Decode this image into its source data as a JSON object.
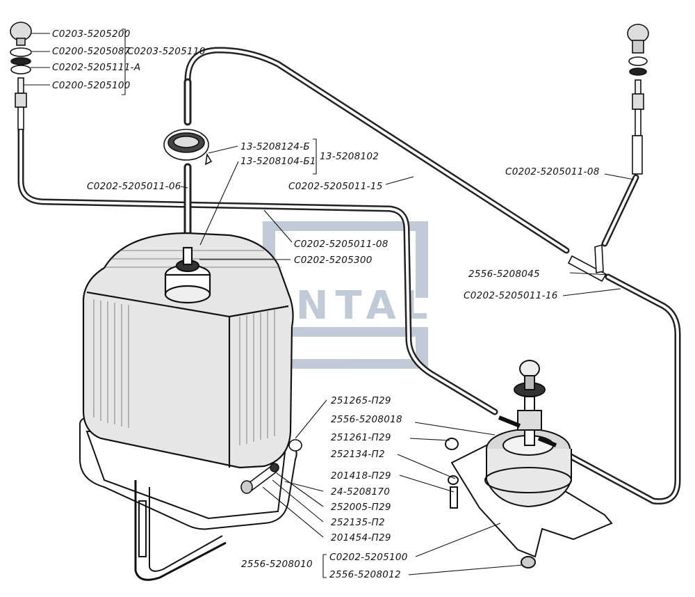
{
  "colors": {
    "ink": "#111111",
    "watermark": "#8f9fb8",
    "tank_fill": "#e6e6e6",
    "hose": "#222222",
    "background": "#ffffff"
  },
  "watermark": {
    "text": "SANTAL"
  },
  "callouts": [
    {
      "id": "c-co203-5205200",
      "text": "C0203-5205200"
    },
    {
      "id": "c-co200-5205087",
      "text": "C0200-5205087"
    },
    {
      "id": "c-co203-5205110",
      "text": "C0203-5205110"
    },
    {
      "id": "c-co202-5205111-a",
      "text": "C0202-5205111-A"
    },
    {
      "id": "c-co200-5205100",
      "text": "C0200-5205100"
    },
    {
      "id": "c-13-5208124-b",
      "text": "13-5208124-Б"
    },
    {
      "id": "c-13-5208104-b1",
      "text": "13-5208104-Б1"
    },
    {
      "id": "c-13-5208102",
      "text": "13-5208102"
    },
    {
      "id": "c-co202-5205011-06",
      "text": "C0202-5205011-06"
    },
    {
      "id": "c-co202-5205011-15",
      "text": "C0202-5205011-15"
    },
    {
      "id": "c-co202-5205011-08-right",
      "text": "C0202-5205011-08"
    },
    {
      "id": "c-co202-5205011-08-mid",
      "text": "C0202-5205011-08"
    },
    {
      "id": "c-co202-5205300",
      "text": "C0202-5205300"
    },
    {
      "id": "c-2556-5208045",
      "text": "2556-5208045"
    },
    {
      "id": "c-co202-5205011-16",
      "text": "C0202-5205011-16"
    },
    {
      "id": "c-251265-p29",
      "text": "251265-П29"
    },
    {
      "id": "c-2556-5208018",
      "text": "2556-5208018"
    },
    {
      "id": "c-251261-p29",
      "text": "251261-П29"
    },
    {
      "id": "c-252134-p2",
      "text": "252134-П2"
    },
    {
      "id": "c-201418-p29",
      "text": "201418-П29"
    },
    {
      "id": "c-24-5208170",
      "text": "24-5208170"
    },
    {
      "id": "c-252005-p29",
      "text": "252005-П29"
    },
    {
      "id": "c-252135-p2",
      "text": "252135-П2"
    },
    {
      "id": "c-201454-p29",
      "text": "201454-П29"
    },
    {
      "id": "c-2556-5208010",
      "text": "2556-5208010"
    },
    {
      "id": "c-co202-5205100",
      "text": "C0202-5205100"
    },
    {
      "id": "c-2556-5208012",
      "text": "2556-5208012"
    }
  ]
}
